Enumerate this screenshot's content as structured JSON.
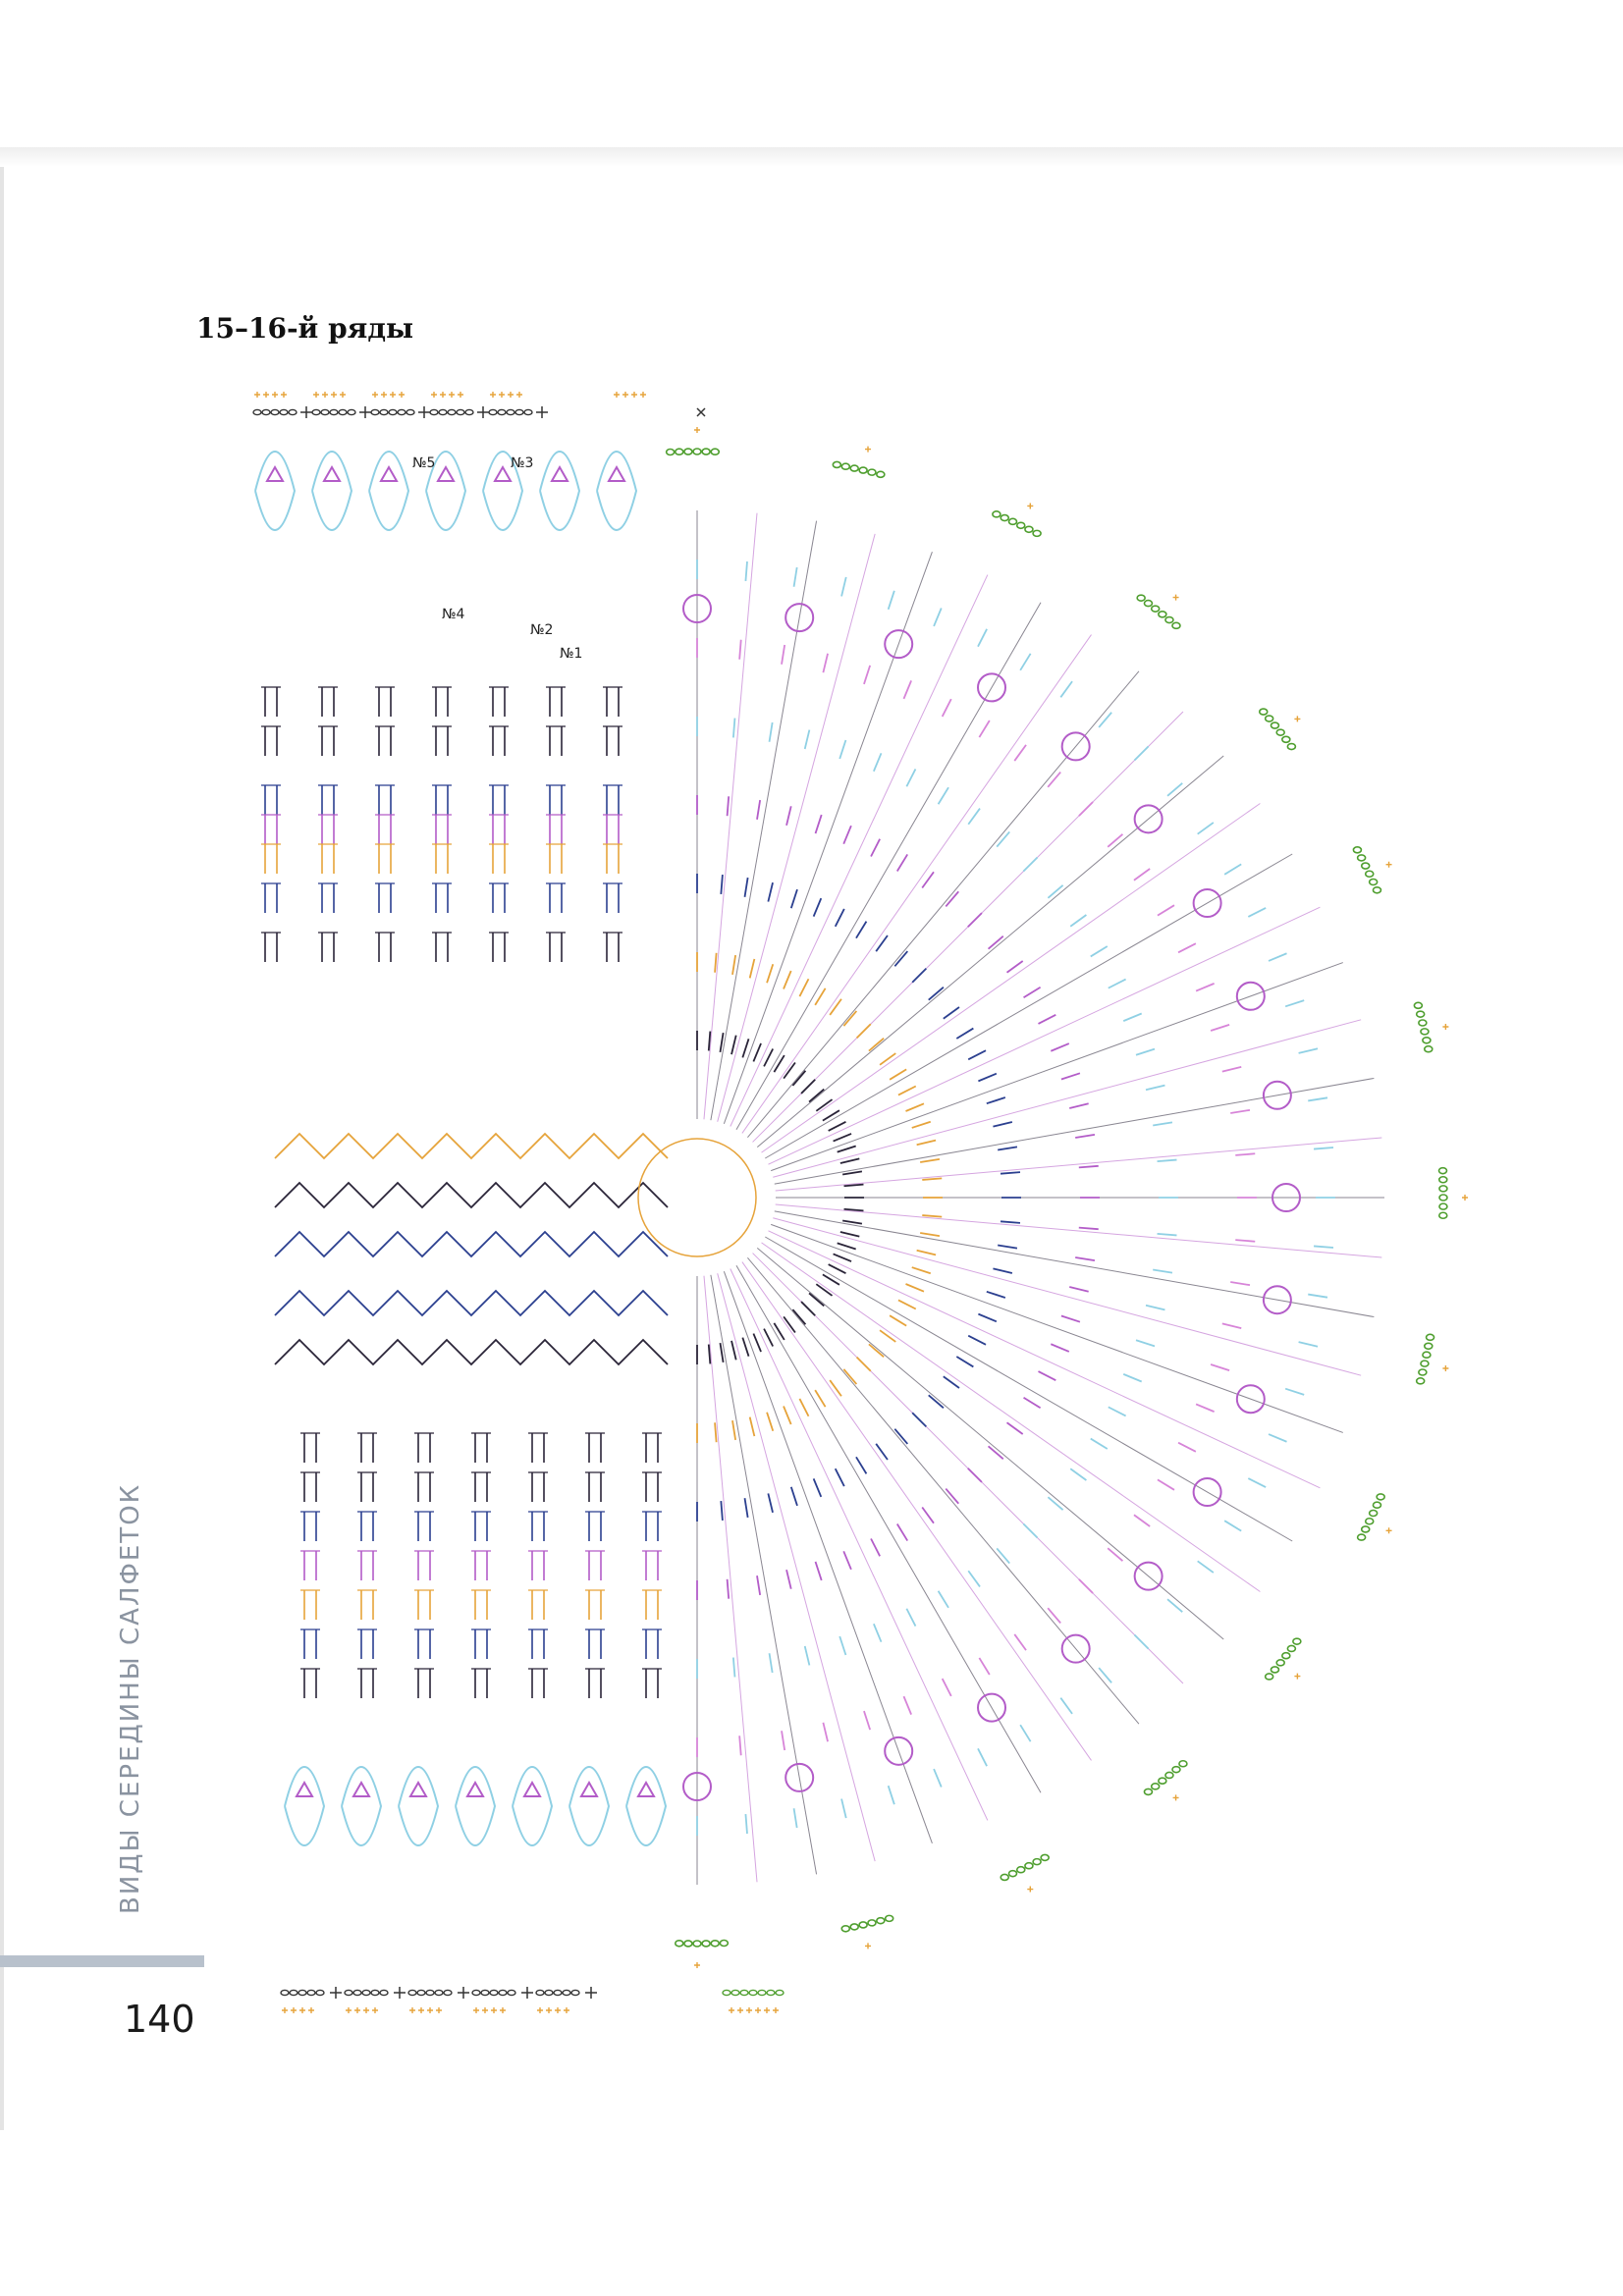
{
  "section": {
    "title_num": "15–16",
    "title_rest": "-й ряды"
  },
  "chart": {
    "row_labels": [
      "№5",
      "№3",
      "№4",
      "№2",
      "№1"
    ],
    "colors": {
      "light_blue": "#8fd0e4",
      "purple": "#b35cc8",
      "dark": "#2a2438",
      "navy": "#2b3f8f",
      "orange": "#e6a33a",
      "green": "#4e9e2e",
      "pink": "#d784d8",
      "yellow": "#e8c040"
    }
  },
  "side_caption": "ВИДЫ СЕРЕДИНЫ САЛФЕТОК",
  "page_number": "140"
}
